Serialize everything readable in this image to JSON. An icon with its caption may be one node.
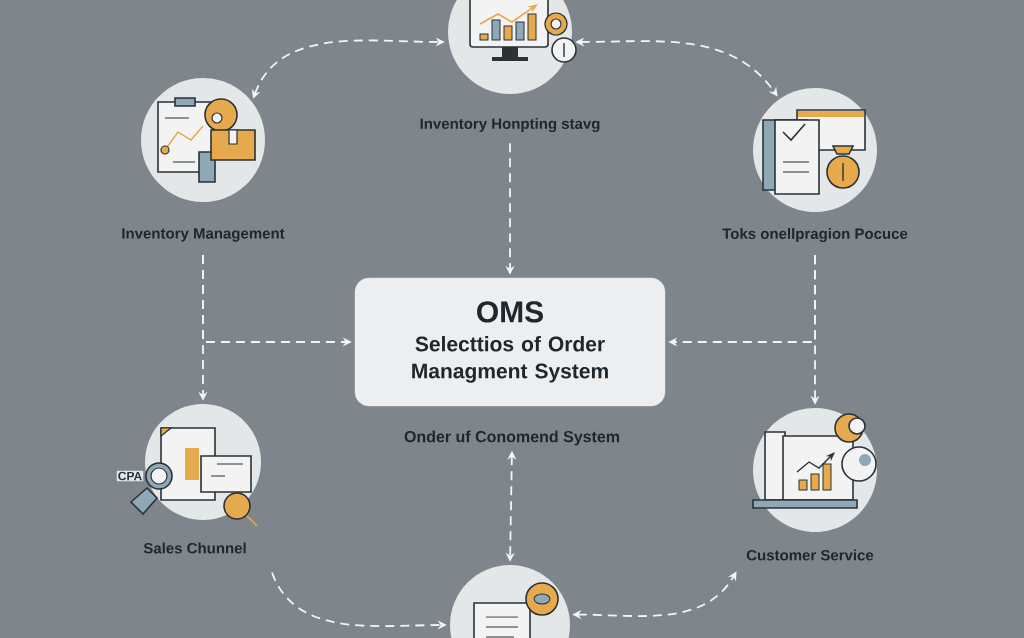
{
  "diagram": {
    "nodes": [
      {
        "text": [
          "Inventory Honpting stavg"
        ]
      },
      {
        "text": [
          "Inventory Management"
        ]
      },
      {
        "text": [
          "Toks onellpragion Pocuce"
        ]
      },
      {
        "text": [
          "OMS",
          "Selecttios of Order Managment System"
        ]
      },
      {
        "text": [
          "Onder uf Conomend System"
        ]
      },
      {
        "text": [
          "Sales Chunnel"
        ],
        "beside": [
          "CPA"
        ]
      },
      {
        "text": [
          "Customer Service"
        ]
      },
      {
        "text": [],
        "shape": "circle"
      }
    ],
    "edges": [
      {
        "from": 1,
        "to": 0,
        "arrow": "both"
      },
      {
        "from": 0,
        "to": 2,
        "arrow": "both"
      },
      {
        "from": 0,
        "to": 3,
        "arrow": "to"
      },
      {
        "from": 1,
        "to": 5,
        "arrow": "to"
      },
      {
        "from": 1,
        "to": 3,
        "arrow": "to"
      },
      {
        "from": 2,
        "to": 6,
        "arrow": "to"
      },
      {
        "from": 2,
        "to": 3,
        "arrow": "to"
      },
      {
        "from": 4,
        "to": 7,
        "arrow": "both"
      },
      {
        "from": 5,
        "to": 7,
        "arrow": "to"
      },
      {
        "from": 7,
        "to": 6,
        "arrow": "both"
      }
    ]
  }
}
